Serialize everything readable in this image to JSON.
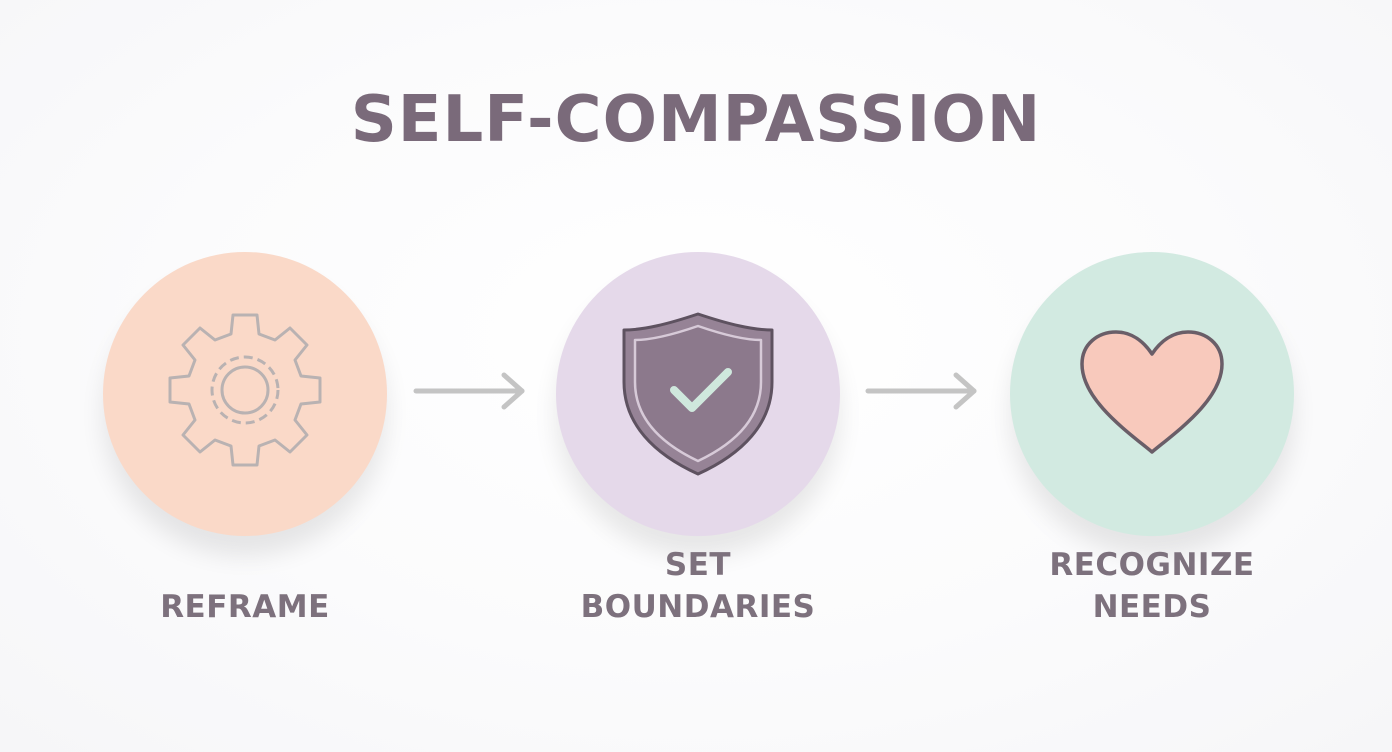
{
  "title": "SELF-COMPASSION",
  "steps": [
    {
      "lines": [
        "REFRAME"
      ],
      "icon": "gear-icon",
      "circle_color": "#fad9c8"
    },
    {
      "lines": [
        "SET",
        "BOUNDARIES"
      ],
      "icon": "shield-check-icon",
      "circle_color": "#e5d9ea"
    },
    {
      "lines": [
        "RECOGNIZE",
        "NEEDS"
      ],
      "icon": "heart-icon",
      "circle_color": "#d2eae1"
    }
  ],
  "colors": {
    "text": "#7a6a7a",
    "arrow": "#c4c4c4",
    "shield": "#968396",
    "heart": "#f8c9bc"
  }
}
